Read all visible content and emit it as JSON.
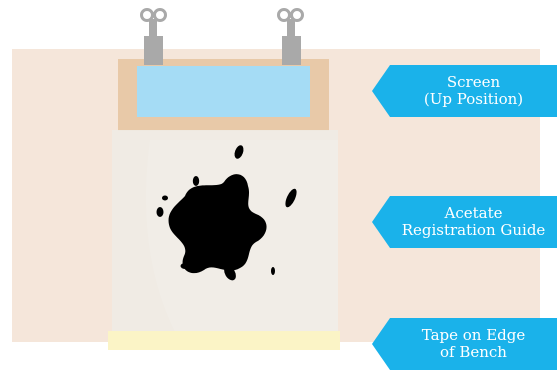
{
  "colors": {
    "bench": "#f5e6da",
    "screen_frame": "#e8c9a8",
    "screen_mesh": "#a5dcf5",
    "acetate": "#efebe5",
    "clamp": "#a9a9a9",
    "ink": "#000000",
    "tape": "#fbf4c6",
    "callout": "#1ab2ea"
  },
  "callouts": [
    {
      "line1": "Screen",
      "line2": "(Up Position)"
    },
    {
      "line1": "Acetate",
      "line2": "Registration Guide"
    },
    {
      "line1": "Tape on Edge",
      "line2": "of Bench"
    }
  ]
}
